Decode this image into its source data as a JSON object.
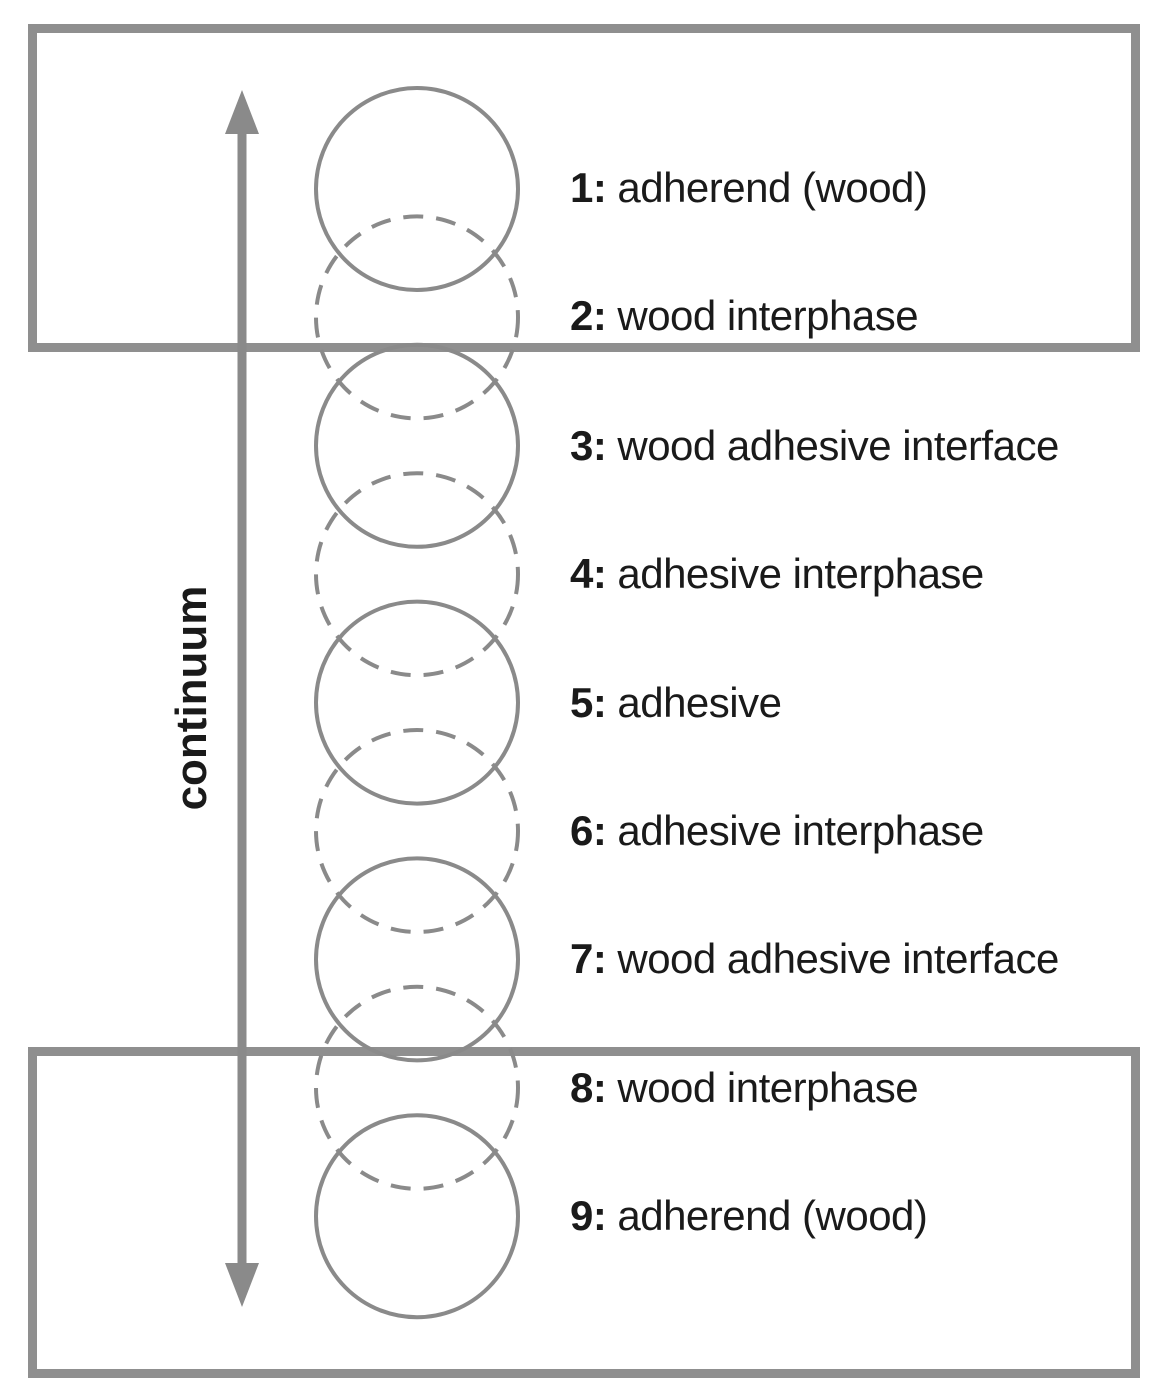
{
  "figure": {
    "continuum_label": "continuum",
    "layers": [
      {
        "num": "1:",
        "label": "adherend (wood)",
        "circle_style": "solid"
      },
      {
        "num": "2:",
        "label": "wood interphase",
        "circle_style": "dashed"
      },
      {
        "num": "3:",
        "label": "wood adhesive interface",
        "circle_style": "solid"
      },
      {
        "num": "4:",
        "label": "adhesive interphase",
        "circle_style": "dashed"
      },
      {
        "num": "5:",
        "label": "adhesive",
        "circle_style": "solid"
      },
      {
        "num": "6:",
        "label": "adhesive interphase",
        "circle_style": "dashed"
      },
      {
        "num": "7:",
        "label": "wood adhesive interface",
        "circle_style": "solid"
      },
      {
        "num": "8:",
        "label": "wood interphase",
        "circle_style": "dashed"
      },
      {
        "num": "9:",
        "label": "adherend (wood)",
        "circle_style": "solid"
      }
    ],
    "colors": {
      "shape_gray": "#8a8a8a",
      "border_gray": "#8f8f8f",
      "text_black": "#1a1a1a",
      "background": "#ffffff"
    }
  }
}
